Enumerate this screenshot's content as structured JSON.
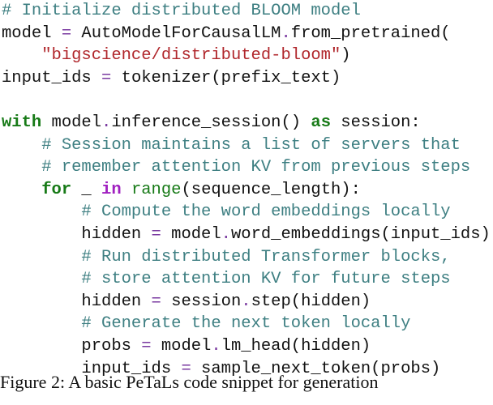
{
  "code": {
    "lines": [
      [
        {
          "t": "# Initialize distributed BLOOM model",
          "c": "comment"
        }
      ],
      [
        {
          "t": "model ",
          "c": "plain"
        },
        {
          "t": "=",
          "c": "op"
        },
        {
          "t": " AutoModelForCausalLM",
          "c": "plain"
        },
        {
          "t": ".",
          "c": "op"
        },
        {
          "t": "from_pretrained(",
          "c": "plain"
        }
      ],
      [
        {
          "t": "    ",
          "c": "plain"
        },
        {
          "t": "\"bigscience/distributed-bloom\"",
          "c": "string"
        },
        {
          "t": ")",
          "c": "plain"
        }
      ],
      [
        {
          "t": "input_ids ",
          "c": "plain"
        },
        {
          "t": "=",
          "c": "op"
        },
        {
          "t": " tokenizer(prefix_text)",
          "c": "plain"
        }
      ],
      [
        {
          "t": "",
          "c": "plain"
        }
      ],
      [
        {
          "t": "with",
          "c": "keyword"
        },
        {
          "t": " model",
          "c": "plain"
        },
        {
          "t": ".",
          "c": "op"
        },
        {
          "t": "inference_session() ",
          "c": "plain"
        },
        {
          "t": "as",
          "c": "keyword"
        },
        {
          "t": " session:",
          "c": "plain"
        }
      ],
      [
        {
          "t": "    ",
          "c": "plain"
        },
        {
          "t": "# Session maintains a list of servers that",
          "c": "comment"
        }
      ],
      [
        {
          "t": "    ",
          "c": "plain"
        },
        {
          "t": "# remember attention KV from previous steps",
          "c": "comment"
        }
      ],
      [
        {
          "t": "    ",
          "c": "plain"
        },
        {
          "t": "for",
          "c": "keyword"
        },
        {
          "t": " _ ",
          "c": "plain"
        },
        {
          "t": "in",
          "c": "magenta"
        },
        {
          "t": " ",
          "c": "plain"
        },
        {
          "t": "range",
          "c": "builtin"
        },
        {
          "t": "(sequence_length):",
          "c": "plain"
        }
      ],
      [
        {
          "t": "        ",
          "c": "plain"
        },
        {
          "t": "# Compute the word embeddings locally",
          "c": "comment"
        }
      ],
      [
        {
          "t": "        hidden ",
          "c": "plain"
        },
        {
          "t": "=",
          "c": "op"
        },
        {
          "t": " model",
          "c": "plain"
        },
        {
          "t": ".",
          "c": "op"
        },
        {
          "t": "word_embeddings(input_ids)",
          "c": "plain"
        }
      ],
      [
        {
          "t": "        ",
          "c": "plain"
        },
        {
          "t": "# Run distributed Transformer blocks,",
          "c": "comment"
        }
      ],
      [
        {
          "t": "        ",
          "c": "plain"
        },
        {
          "t": "# store attention KV for future steps",
          "c": "comment"
        }
      ],
      [
        {
          "t": "        hidden ",
          "c": "plain"
        },
        {
          "t": "=",
          "c": "op"
        },
        {
          "t": " session",
          "c": "plain"
        },
        {
          "t": ".",
          "c": "op"
        },
        {
          "t": "step(hidden)",
          "c": "plain"
        }
      ],
      [
        {
          "t": "        ",
          "c": "plain"
        },
        {
          "t": "# Generate the next token locally",
          "c": "comment"
        }
      ],
      [
        {
          "t": "        probs ",
          "c": "plain"
        },
        {
          "t": "=",
          "c": "op"
        },
        {
          "t": " model",
          "c": "plain"
        },
        {
          "t": ".",
          "c": "op"
        },
        {
          "t": "lm_head(hidden)",
          "c": "plain"
        }
      ],
      [
        {
          "t": "        input_ids ",
          "c": "plain"
        },
        {
          "t": "=",
          "c": "op"
        },
        {
          "t": " sample_next_token(probs)",
          "c": "plain"
        }
      ]
    ]
  },
  "caption": {
    "text": "Figure 2: A basic PeTaLs code snippet for generation"
  },
  "colors": {
    "comment": "#3e7f82",
    "string": "#b0262b",
    "keyword": "#177a17",
    "magenta": "#a020c0"
  }
}
